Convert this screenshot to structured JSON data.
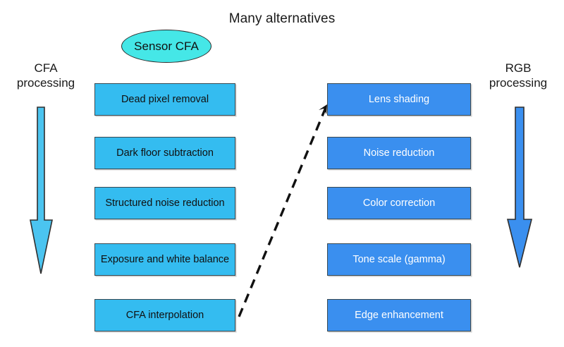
{
  "diagram": {
    "title": "Many alternatives",
    "source_node": {
      "label": "Sensor CFA",
      "shape": "ellipse",
      "fill": "#45E7E7",
      "text_color": "#111111"
    },
    "left_column": {
      "axis_label_line1": "CFA",
      "axis_label_line2": "processing",
      "arrow_name": "cfa-processing-arrow",
      "arrow_color": "#4BC4F0",
      "box_fill": "#34BCF0",
      "box_text_color": "#101010",
      "stages": [
        {
          "label": "Dead pixel removal"
        },
        {
          "label": "Dark floor subtraction"
        },
        {
          "label": "Structured noise reduction"
        },
        {
          "label": "Exposure and white balance"
        },
        {
          "label": "CFA interpolation"
        }
      ]
    },
    "right_column": {
      "axis_label_line1": "RGB",
      "axis_label_line2": "processing",
      "arrow_name": "rgb-processing-arrow",
      "arrow_color": "#3A8FEF",
      "box_fill": "#3A8FEF",
      "box_text_color": "#FFFFFF",
      "stages": [
        {
          "label": "Lens shading"
        },
        {
          "label": "Noise reduction"
        },
        {
          "label": "Color correction"
        },
        {
          "label": "Tone scale (gamma)"
        },
        {
          "label": "Edge enhancement"
        }
      ]
    },
    "connector": {
      "name": "cfa-interpolation-to-lens-shading-connector",
      "style": "dashed",
      "color": "#111111",
      "from": "CFA interpolation",
      "to": "Lens shading"
    }
  }
}
